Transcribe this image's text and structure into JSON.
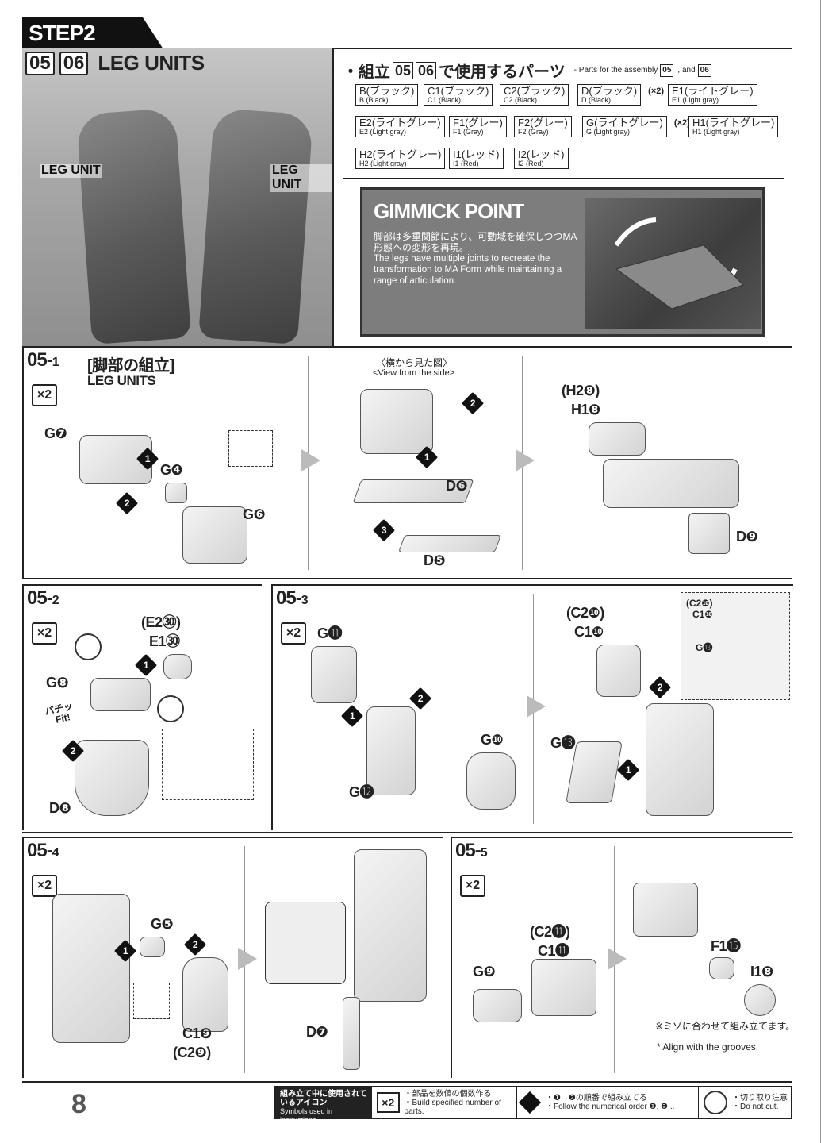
{
  "step": {
    "label": "STEP2"
  },
  "title": {
    "num1": "05",
    "num2": "06",
    "text": "LEG UNITS"
  },
  "photo": {
    "label_left": "LEG UNIT",
    "label_right": "LEG UNIT"
  },
  "parts_list": {
    "heading_prefix": "・組立",
    "num1": "05",
    "num2": "06",
    "heading_suffix": "で使用するパーツ",
    "subtitle_prefix": "- Parts for the assembly",
    "subtitle_and": ", and",
    "items": [
      {
        "jp": "B(ブラック)",
        "en": "B (Black)",
        "mult": ""
      },
      {
        "jp": "C1(ブラック)",
        "en": "C1 (Black)",
        "mult": ""
      },
      {
        "jp": "C2(ブラック)",
        "en": "C2 (Black)",
        "mult": ""
      },
      {
        "jp": "D(ブラック)",
        "en": "D (Black)",
        "mult": "(×2)"
      },
      {
        "jp": "E1(ライトグレー)",
        "en": "E1 (Light gray)",
        "mult": ""
      },
      {
        "jp": "E2(ライトグレー)",
        "en": "E2 (Light gray)",
        "mult": ""
      },
      {
        "jp": "F1(グレー)",
        "en": "F1 (Gray)",
        "mult": ""
      },
      {
        "jp": "F2(グレー)",
        "en": "F2 (Gray)",
        "mult": ""
      },
      {
        "jp": "G(ライトグレー)",
        "en": "G (Light gray)",
        "mult": "(×2)"
      },
      {
        "jp": "H1(ライトグレー)",
        "en": "H1 (Light gray)",
        "mult": ""
      },
      {
        "jp": "H2(ライトグレー)",
        "en": "H2 (Light gray)",
        "mult": ""
      },
      {
        "jp": "I1(レッド)",
        "en": "I1 (Red)",
        "mult": ""
      },
      {
        "jp": "I2(レッド)",
        "en": "I2 (Red)",
        "mult": ""
      }
    ]
  },
  "gimmick": {
    "title": "GIMMICK POINT",
    "jp": "脚部は多重関節により、可動域を確保しつつMA形態への変形を再現。",
    "en": "The legs have multiple joints to recreate the transformation to MA Form while maintaining a range of articulation."
  },
  "steps": {
    "s051": {
      "label": "05-",
      "sub": "1",
      "jp": "[脚部の組立]",
      "en": "LEG UNITS",
      "x2": "×2",
      "view_jp": "〈横から見た図〉",
      "view_en": "<View from the side>",
      "parts": [
        "G❼",
        "G❹",
        "G❻",
        "D❻",
        "D❺",
        "(H2❽)",
        "H1❽",
        "D❾"
      ]
    },
    "s052": {
      "label": "05-",
      "sub": "2",
      "x2": "×2",
      "parts": [
        "(E2㉚)",
        "E1㉚",
        "G❽",
        "D❽"
      ],
      "fit_jp": "パチッ",
      "fit_en": "Fit!"
    },
    "s053": {
      "label": "05-",
      "sub": "3",
      "x2": "×2",
      "parts": [
        "G⓫",
        "G❿",
        "G⓬",
        "(C2❿)",
        "C1❿",
        "G⓭"
      ]
    },
    "s054": {
      "label": "05-",
      "sub": "4",
      "x2": "×2",
      "parts": [
        "G❺",
        "C1❾",
        "(C2❾)",
        "D❼"
      ]
    },
    "s055": {
      "label": "05-",
      "sub": "5",
      "x2": "×2",
      "parts": [
        "(C2⓫)",
        "C1⓫",
        "G❾",
        "F1⓯",
        "I1❽"
      ],
      "note_jp": "※ミゾに合わせて組み立てます。",
      "note_en": "* Align with the grooves."
    }
  },
  "footer": {
    "page": "8",
    "legend_title_jp": "組み立て中に使用されているアイコン",
    "legend_title_en": "Symbols used in instructions",
    "icon1_jp": "・部品を数値の個数作る",
    "icon1_en": "・Build specified number of parts.",
    "icon2_jp": "・❶→❷の順番で組み立てる",
    "icon2_en": "・Follow the numerical order ❶, ❷...",
    "icon3_jp": "・切り取り注意",
    "icon3_en": "・Do not cut."
  }
}
